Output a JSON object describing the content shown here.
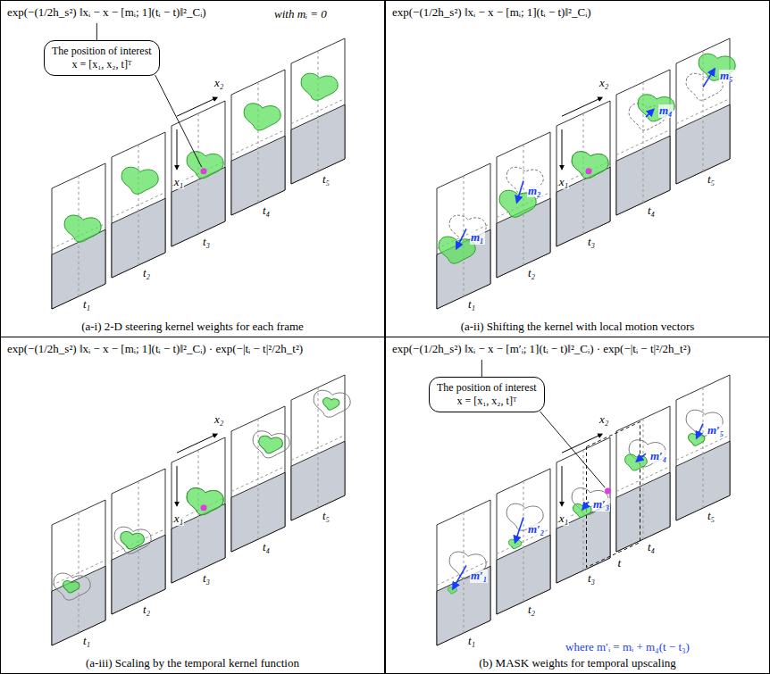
{
  "diagram": {
    "nodes": [
      {
        "text": [
          "(a-i) 2-D steering kernel weights for each frame"
        ]
      },
      {
        "text": [
          "The position of interest",
          "x = [x₁, x₂, t]ᵀ"
        ],
        "in": 0
      },
      {
        "text": [
          "(a-ii) Shifting the kernel with local motion vectors"
        ]
      },
      {
        "text": [
          "(a-iii) Scaling by the temporal kernel function"
        ]
      },
      {
        "text": [
          "(b) MASK weights for temporal upscaling"
        ]
      },
      {
        "text": [
          "The position of interest",
          "x = [x₁, x₂, t]ᵀ"
        ],
        "in": 4
      }
    ],
    "labels": [
      "exp(−(1/2h_s²) ‖xᵢ − x − [mᵢ; 1](tᵢ − t)‖²_Cᵢ)",
      "with mᵢ = 0",
      "x₂",
      "x₁",
      "t₁",
      "t₂",
      "t₃",
      "t₄",
      "t₅",
      "exp(−(1/2h_s²) ‖xᵢ − x − [mᵢ; 1](tᵢ − t)‖²_Cᵢ)",
      "m₁",
      "m₂",
      "m₄",
      "m₅",
      "x₂",
      "x₁",
      "t₁",
      "t₂",
      "t₃",
      "t₄",
      "t₅",
      "exp(−(1/2h_s²) ‖xᵢ − x − [mᵢ; 1](tᵢ − t)‖²_Cᵢ) · exp(−|tᵢ − t|²/2h_t²)",
      "x₂",
      "x₁",
      "t₁",
      "t₂",
      "t₃",
      "t₄",
      "t₅",
      "exp(−(1/2h_s²) ‖xᵢ − x − [m′ᵢ; 1](tᵢ − t)‖²_Cᵢ) · exp(−|tᵢ − t|²/2h_t²)",
      "m′₁",
      "m′₂",
      "m′₃",
      "m′₄",
      "m′₅",
      "x₂",
      "x₁",
      "t",
      "t₁",
      "t₂",
      "t₃",
      "t₄",
      "t₅",
      "where m′ᵢ = mᵢ + m₄(t − t₃)"
    ]
  }
}
